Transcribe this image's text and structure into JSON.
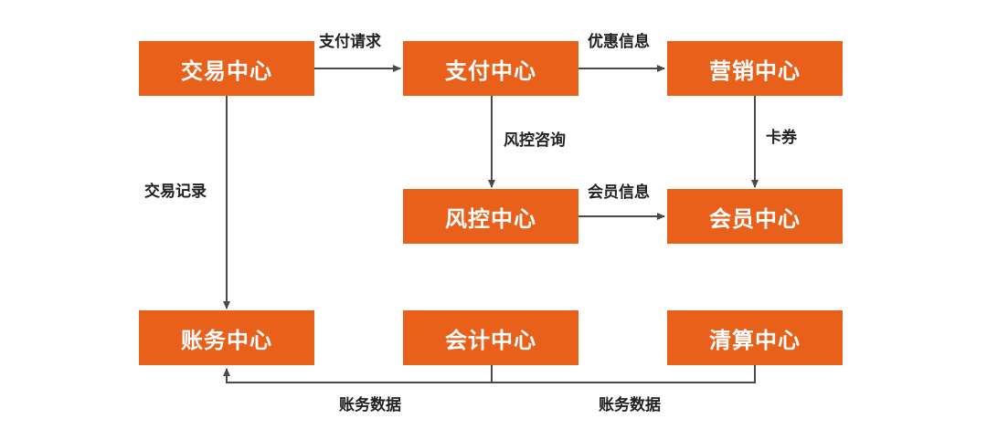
{
  "colors": {
    "node_fill": "#e8601a",
    "node_text": "#ffffff",
    "edge": "#4a4a4a",
    "label_text": "#222222"
  },
  "nodes": {
    "trade": "交易中心",
    "payment": "支付中心",
    "marketing": "营销中心",
    "risk": "风控中心",
    "member": "会员中心",
    "account": "账务中心",
    "accounting": "会计中心",
    "clearing": "清算中心"
  },
  "edges": {
    "trade_to_payment": "支付请求",
    "payment_to_marketing": "优惠信息",
    "payment_to_risk": "风控咨询",
    "marketing_to_member": "卡券",
    "risk_to_member": "会员信息",
    "trade_to_account": "交易记录",
    "accounting_to_account": "账务数据",
    "clearing_to_account": "账务数据"
  }
}
